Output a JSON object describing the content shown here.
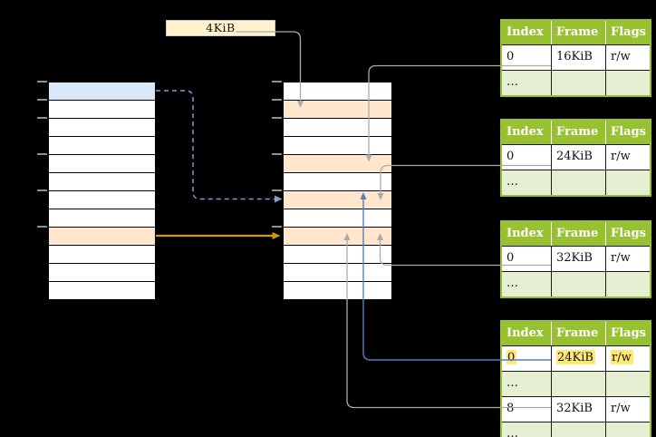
{
  "memory_label": "4KiB",
  "left_table": {
    "description": "memory column with blue mapped page and orange mapped page",
    "row_fills": [
      "blue",
      "white",
      "white",
      "white",
      "white",
      "white",
      "white",
      "white",
      "orange",
      "white",
      "white",
      "white"
    ]
  },
  "middle_table": {
    "description": "memory column with orange frames",
    "row_fills": [
      "white",
      "orange",
      "white",
      "white",
      "orange",
      "white",
      "orange",
      "white",
      "orange",
      "white",
      "white",
      "white"
    ]
  },
  "page_tables": [
    {
      "headers": [
        "Index",
        "Frame",
        "Flags"
      ],
      "rows": [
        {
          "cells": [
            "0",
            "16KiB",
            "r/w"
          ],
          "shaded": false,
          "highlight": false
        },
        {
          "cells": [
            "…",
            "",
            ""
          ],
          "shaded": true,
          "highlight": false
        }
      ]
    },
    {
      "headers": [
        "Index",
        "Frame",
        "Flags"
      ],
      "rows": [
        {
          "cells": [
            "0",
            "24KiB",
            "r/w"
          ],
          "shaded": false,
          "highlight": false
        },
        {
          "cells": [
            "…",
            "",
            ""
          ],
          "shaded": true,
          "highlight": false
        }
      ]
    },
    {
      "headers": [
        "Index",
        "Frame",
        "Flags"
      ],
      "rows": [
        {
          "cells": [
            "0",
            "32KiB",
            "r/w"
          ],
          "shaded": false,
          "highlight": false
        },
        {
          "cells": [
            "…",
            "",
            ""
          ],
          "shaded": true,
          "highlight": false
        }
      ]
    },
    {
      "headers": [
        "Index",
        "Frame",
        "Flags"
      ],
      "rows": [
        {
          "cells": [
            "0",
            "24KiB",
            "r/w"
          ],
          "shaded": false,
          "highlight": true
        },
        {
          "cells": [
            "…",
            "",
            ""
          ],
          "shaded": true,
          "highlight": false
        },
        {
          "cells": [
            "8",
            "32KiB",
            "r/w"
          ],
          "shaded": false,
          "highlight": false
        },
        {
          "cells": [
            "…",
            "",
            ""
          ],
          "shaded": true,
          "highlight": false
        }
      ]
    }
  ],
  "colors": {
    "background": "#000000",
    "row_blue": "#DAE8FC",
    "row_orange": "#FFE6CC",
    "row_white": "#FFFFFF",
    "label_fill": "#FFF2CC",
    "label_border": "#C9C9C9",
    "header_green": "#98C132",
    "row_light_green": "#E6EFD2",
    "table_green_border": "#98C132",
    "connector_gray": "#ABABAB",
    "connector_blue": "#5B7DB9",
    "connector_blue_dashed": "#7F9CCF",
    "connector_orange": "#D79B00",
    "highlight_yellow": "#FFE873",
    "tick_gray": "#8F8F8F"
  }
}
